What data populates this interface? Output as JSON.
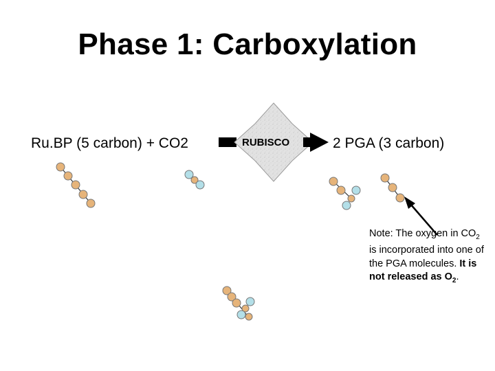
{
  "slide": {
    "title": "Phase 1: Carboxylation"
  },
  "reaction": {
    "reactants": "Ru.BP (5 carbon) + CO2",
    "enzyme": "RUBISCO",
    "products": "2 PGA (3 carbon)"
  },
  "note": {
    "text_1": "Note: The oxygen in CO",
    "sub_1": "2",
    "text_2": " is incorporated into one of the PGA molecules. ",
    "bold_1": "It is not released as O",
    "bold_sub": "2",
    "text_end": "."
  },
  "colors": {
    "carbon": "#e6b47a",
    "oxygen": "#b3dfe8",
    "enzyme_fill": "#dcdcdc",
    "arrow": "#000000"
  }
}
